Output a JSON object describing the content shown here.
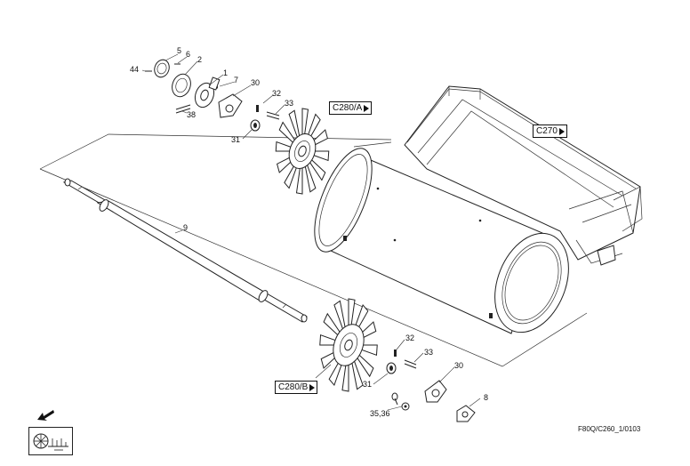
{
  "diagram": {
    "part_numbers": {
      "p44": "44",
      "p5": "5",
      "p6": "6",
      "p2": "2",
      "p1": "1",
      "p7": "7",
      "p30_top": "30",
      "p32_top": "32",
      "p33_top": "33",
      "p38": "38",
      "p31_top": "31",
      "p9": "9",
      "p32_bot": "32",
      "p33_bot": "33",
      "p30_bot": "30",
      "p31_bot": "31",
      "p8": "8",
      "p3536": "35,36"
    },
    "references": {
      "ref_c280a": "C280/A",
      "ref_c270": "C270",
      "ref_c280b": "C280/B"
    },
    "drawing_code": "F80Q/C260_1/0103",
    "icons": {
      "direction": "arrow-down-left-icon",
      "symbol": "fan-rotor-symbol-icon"
    }
  }
}
